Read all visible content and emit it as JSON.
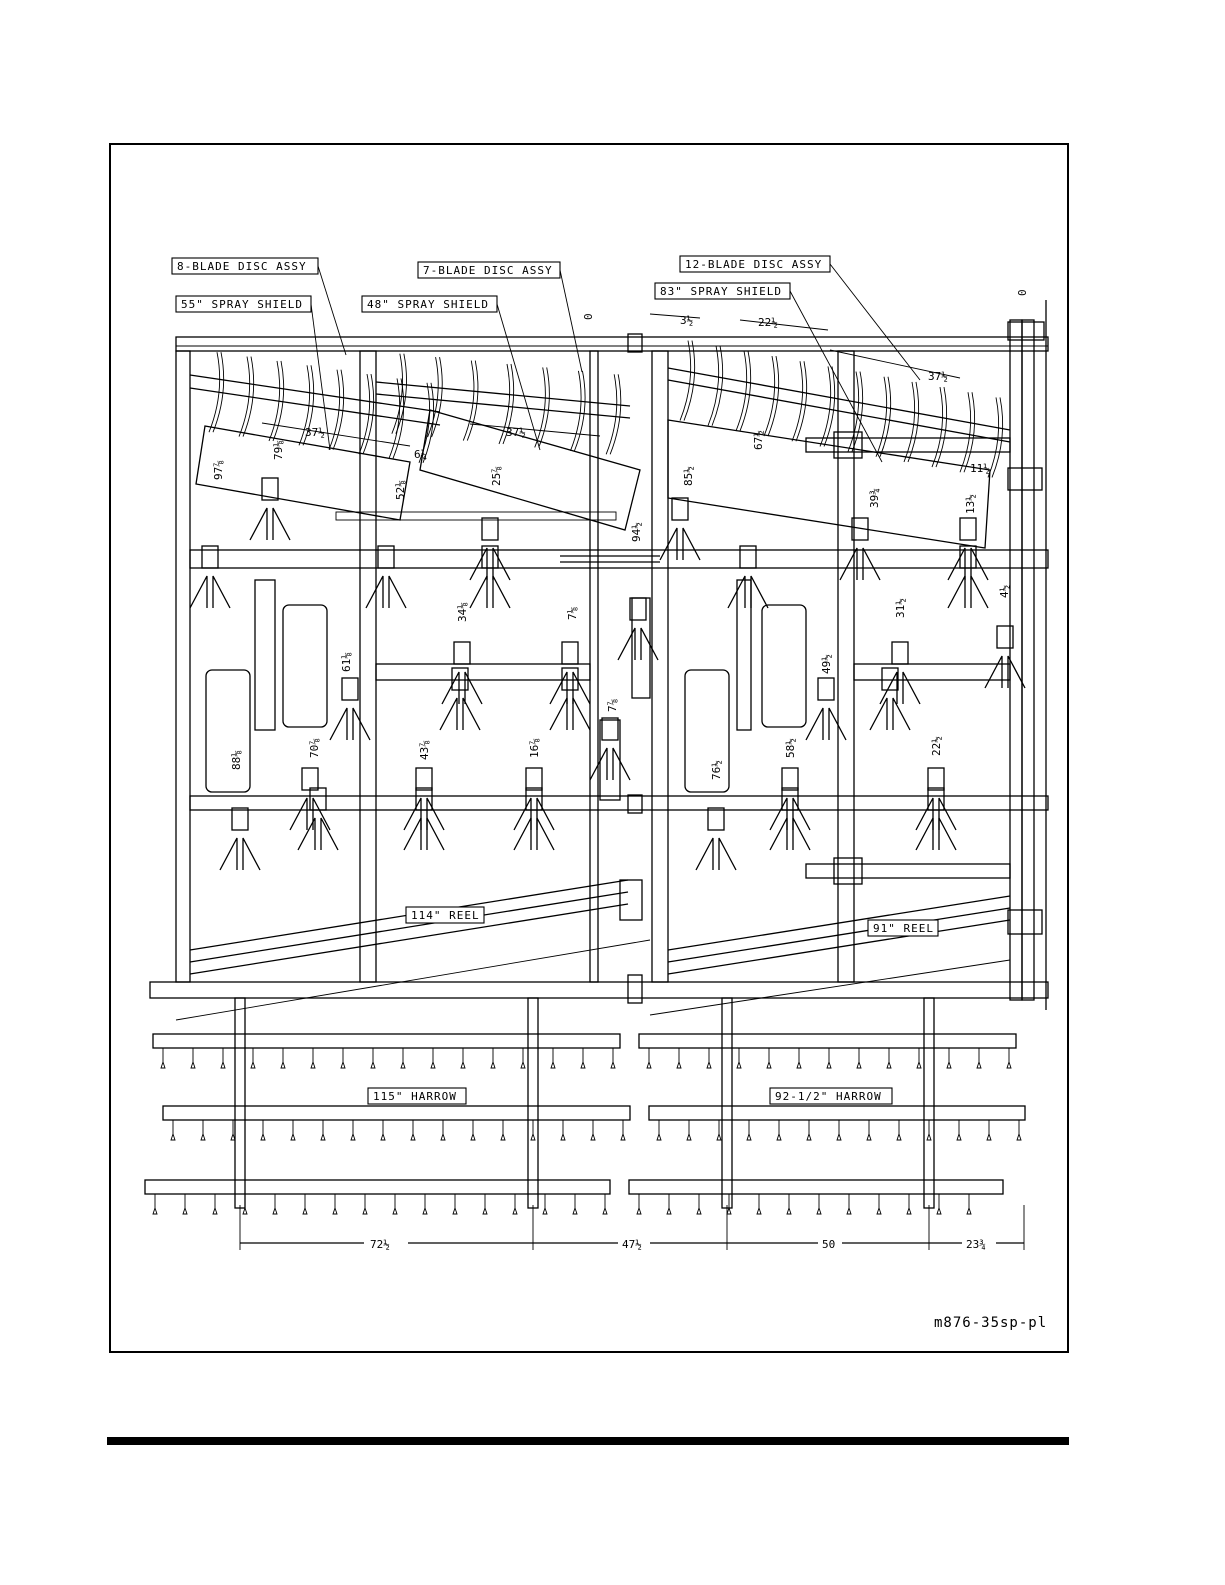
{
  "labels": {
    "blade8": "8-BLADE DISC ASSY",
    "blade7": "7-BLADE DISC ASSY",
    "blade12": "12-BLADE DISC ASSY",
    "shield55": "55\" SPRAY SHIELD",
    "shield48": "48\" SPRAY SHIELD",
    "shield83": "83\" SPRAY SHIELD",
    "reel114": "114\" REEL",
    "reel91": "91\" REEL",
    "harrow115": "115\" HARROW",
    "harrow92": "92-1/2\" HARROW"
  },
  "dimensions": {
    "zero_a": "0",
    "zero_b": "0",
    "d_3_5": "3½",
    "d_22_5": "22½",
    "d_37_5_a": "37½",
    "d_37_5_b": "37½",
    "d_37_5_c": "37½",
    "d_6_25": "6¼",
    "d_11_5": "11½",
    "d_97_875": "97⅞",
    "d_79_125": "79⅛",
    "d_52_125": "52⅛",
    "d_25_875": "25⅞",
    "d_94_5": "94½",
    "d_85_5": "85½",
    "d_67_5": "67½",
    "d_39_75": "39¾",
    "d_13_5": "13½",
    "d_34_125": "34⅛",
    "d_7_125": "7⅛",
    "d_31_5": "31½",
    "d_4_5": "4½",
    "d_61_125": "61⅛",
    "d_49_5": "49½",
    "d_7_875": "7⅞",
    "d_70_875": "70⅞",
    "d_43_875": "43⅞",
    "d_16_875": "16⅞",
    "d_58_5": "58½",
    "d_22_5b": "22½",
    "d_88_125": "88⅛",
    "d_76_5": "76½"
  },
  "bottom_dimensions": [
    "72½",
    "47½",
    "50",
    "23¾"
  ],
  "drawing_ref": "m876-35sp-pl"
}
